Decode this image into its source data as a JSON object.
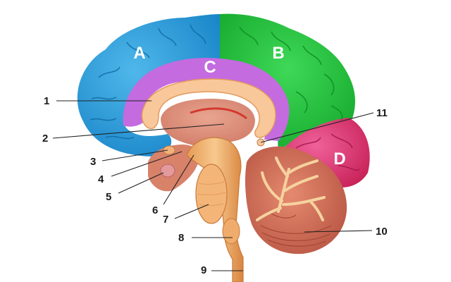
{
  "diagram": {
    "regions": [
      {
        "letter": "A",
        "color": "#2a9bd6"
      },
      {
        "letter": "B",
        "color": "#1fc23c"
      },
      {
        "letter": "C",
        "color": "#c46be0"
      },
      {
        "letter": "D",
        "color": "#e0356e"
      }
    ],
    "numbers": [
      "1",
      "2",
      "3",
      "4",
      "5",
      "6",
      "7",
      "8",
      "9",
      "10",
      "11"
    ]
  }
}
